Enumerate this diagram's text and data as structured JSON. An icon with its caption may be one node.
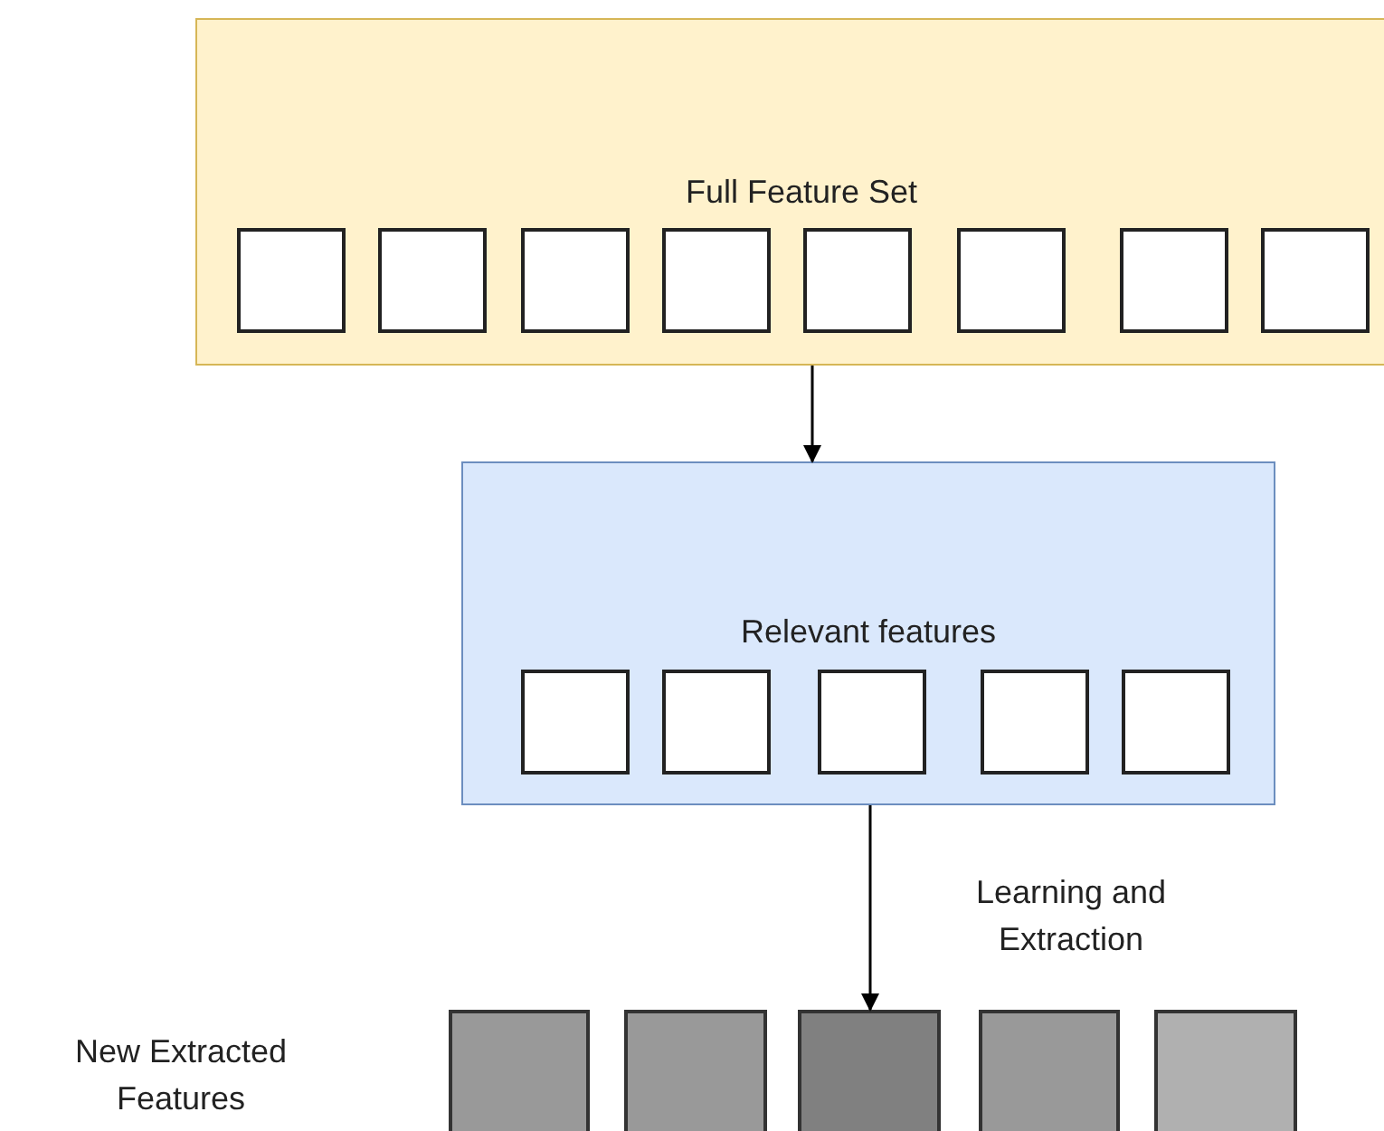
{
  "diagram": {
    "nodes": [
      {
        "text": [
          "Full Feature Set"
        ]
      },
      {
        "text": [],
        "shape": "box",
        "in": 0
      },
      {
        "text": [],
        "shape": "box",
        "in": 0
      },
      {
        "text": [],
        "shape": "box",
        "in": 0
      },
      {
        "text": [],
        "shape": "box",
        "in": 0
      },
      {
        "text": [],
        "shape": "box",
        "in": 0
      },
      {
        "text": [],
        "shape": "box",
        "in": 0
      },
      {
        "text": [],
        "shape": "box",
        "in": 0
      },
      {
        "text": [],
        "shape": "box",
        "in": 0
      },
      {
        "text": [
          "Relevant features"
        ]
      },
      {
        "text": [],
        "shape": "box",
        "in": 9
      },
      {
        "text": [],
        "shape": "box",
        "in": 9
      },
      {
        "text": [],
        "shape": "box",
        "in": 9
      },
      {
        "text": [],
        "shape": "box",
        "in": 9
      },
      {
        "text": [],
        "shape": "box",
        "in": 9
      },
      {
        "text": [],
        "shape": "box"
      },
      {
        "text": [],
        "shape": "box"
      },
      {
        "text": [],
        "shape": "box"
      },
      {
        "text": [],
        "shape": "box"
      },
      {
        "text": [],
        "shape": "box"
      }
    ],
    "edges": [
      {
        "from": 0,
        "to": 9,
        "arrow": "to"
      },
      {
        "from": 9,
        "to": 17,
        "arrow": "to",
        "label": "Learning and Extraction"
      }
    ],
    "labels": [
      "New Extracted Features"
    ]
  }
}
